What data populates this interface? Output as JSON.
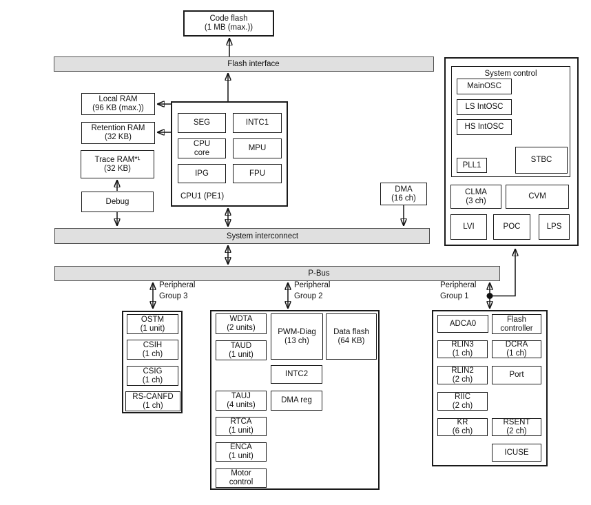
{
  "buses": {
    "flash_interface": "Flash interface",
    "system_interconnect": "System interconnect",
    "p_bus": "P-Bus"
  },
  "memory": {
    "code_flash": "Code flash\n(1 MB (max.))",
    "local_ram": "Local RAM\n(96 KB (max.))",
    "retention_ram": "Retention RAM\n(32 KB)",
    "trace_ram": "Trace RAM*¹\n(32 KB)",
    "debug": "Debug"
  },
  "cpu": {
    "label": "CPU1 (PE1)",
    "modules": [
      "SEG",
      "INTC1",
      "CPU\ncore",
      "MPU",
      "IPG",
      "FPU"
    ]
  },
  "dma": "DMA\n(16 ch)",
  "system_control": {
    "title": "System control",
    "mainosc": "MainOSC",
    "ls_intosc": "LS IntOSC",
    "hs_intosc": "HS IntOSC",
    "pll1": "PLL1",
    "stbc": "STBC",
    "clma": "CLMA\n(3 ch)",
    "cvm": "CVM",
    "lvi": "LVI",
    "poc": "POC",
    "lps": "LPS"
  },
  "peripheral_groups": {
    "group3": {
      "label": "Peripheral\nGroup 3",
      "items": [
        "OSTM\n(1 unit)",
        "CSIH\n(1 ch)",
        "CSIG\n(1 ch)",
        "RS-CANFD\n(1 ch)"
      ]
    },
    "group2": {
      "label": "Peripheral\nGroup 2",
      "items": [
        "WDTA\n(2 units)",
        "TAUD\n(1 unit)",
        "PWM-Diag\n(13 ch)",
        "Data flash\n(64 KB)",
        "INTC2",
        "TAUJ\n(4 units)",
        "DMA reg",
        "RTCA\n(1 unit)",
        "ENCA\n(1 unit)",
        "Motor\ncontrol"
      ]
    },
    "group1": {
      "label": "Peripheral\nGroup 1",
      "items": [
        "ADCA0",
        "Flash\ncontroller",
        "RLIN3\n(1 ch)",
        "DCRA\n(1 ch)",
        "RLIN2\n(2 ch)",
        "Port",
        "RIIC\n(2 ch)",
        "KR\n(6 ch)",
        "RSENT\n(2 ch)",
        "ICUSE"
      ]
    }
  },
  "colors": {
    "bus_fill": "#e0e0e0",
    "bus_border": "#4d4d4d",
    "box_border": "#1a1a1a",
    "line": "#111111"
  }
}
